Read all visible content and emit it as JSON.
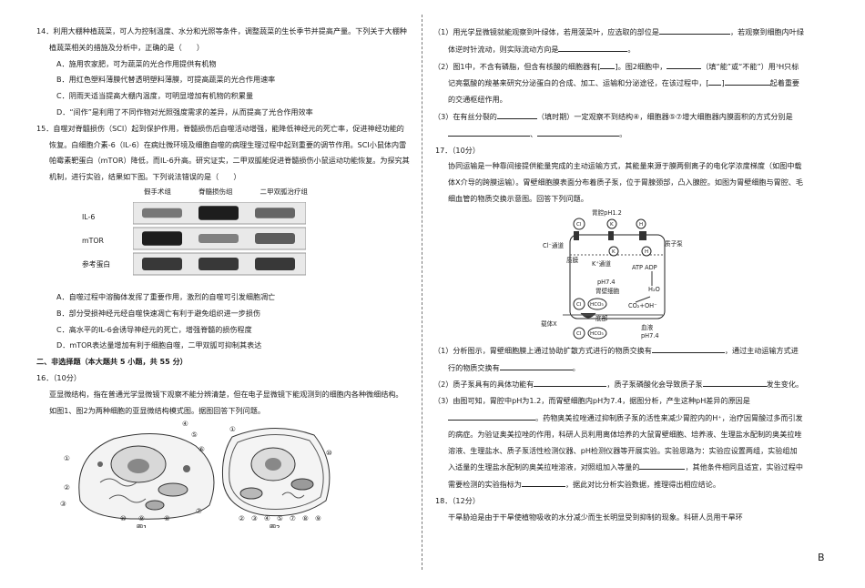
{
  "page_marker": "B",
  "left": {
    "q14": {
      "stem": "14．利用大棚种植蔬菜，可人为控制温度、水分和光照等条件，调整蔬菜的生长季节并提高产量。下列关于大棚种植蔬菜相关的措施及分析中，正确的是（　　）",
      "options": [
        "A．施用农家肥，可为蔬菜的光合作用提供有机物",
        "B．用红色塑料薄膜代替透明塑料薄膜，可提高蔬菜的光合作用速率",
        "C．阴雨天适当提高大棚内温度，可明显增加有机物的积累量",
        "D．“间作”是利用了不同作物对光照强度需求的差异，从而提高了光合作用效率"
      ]
    },
    "q15": {
      "stem": "15．自噬对脊髓损伤（SCI）起到保护作用，脊髓损伤后自噬活动增强，能降低神经元的死亡率，促进神经功能的恢复。白细胞介素-6（IL-6）在病灶微环境及细胞自噬的病理生理过程中起到重要的调节作用。SCI小鼠体内雷帕霉素靶蛋白（mTOR）降低，而IL-6升高。研究证实，二甲双胍能促进脊髓损伤小鼠运动功能恢复。为探究其机制，进行实验，结果如下图。下列说法错误的是（　　）",
      "blot_headers": [
        "假手术组",
        "脊髓损伤组",
        "二甲双胍治疗组"
      ],
      "blot_rows": [
        "IL-6",
        "mTOR",
        "参考蛋白"
      ],
      "blot_levels": [
        [
          0.45,
          0.95,
          0.55
        ],
        [
          0.95,
          0.4,
          0.6
        ],
        [
          0.8,
          0.8,
          0.8
        ]
      ],
      "options": [
        "A．自噬过程中溶酶体发挥了重要作用，激烈的自噬可引发细胞凋亡",
        "B．部分受损神经元经自噬快速凋亡有利于避免组织进一步损伤",
        "C．高水平的IL-6会诱导神经元的死亡，增强脊髓的损伤程度",
        "D．mTOR表达量增加有利于细胞自噬，二甲双胍可抑制其表达"
      ]
    },
    "section2": "二、非选择题（本大题共 5 小题，共 55 分）",
    "q16": {
      "head": "16．（10分）",
      "intro": "亚显微结构，指在普通光学显微镜下观察不能分辨清楚，但在电子显微镜下能观测到的细胞内各种微细结构。如图1、图2为两种细胞的亚显微结构模式图。据图回答下列问题。",
      "fig1_label": "图1",
      "fig2_label": "图2",
      "fig1_nums": [
        "①",
        "②",
        "③",
        "④",
        "⑤",
        "⑥",
        "⑦",
        "⑧",
        "⑨",
        "⑩"
      ],
      "fig2_nums": [
        "①",
        "②",
        "③",
        "④",
        "⑤",
        "⑦",
        "⑧",
        "⑨",
        "⑩"
      ]
    }
  },
  "right": {
    "q16_subs": {
      "s1a": "（1）用光学显微镜就能观察到叶绿体，若用菠菜叶，应选取的部位是",
      "s1b": "，若观察到细胞内叶绿体逆时针流动，则实际流动方向是",
      "s1c": "。",
      "s2a": "（2）图1中，不含有磷脂，但含有核酸的细胞器有[",
      "s2b": "]。图2细胞中，",
      "s2c": "（填“能”或“不能”）用³H只标记亮氨酸的羧基来研究分泌蛋白的合成、加工、运输和分泌途径，在该过程中，[",
      "s2d": "]",
      "s2e": "起着重要的交通枢纽作用。",
      "s3a": "（3）在有丝分裂的",
      "s3b": "（填时期）一定观察不到结构④，细胞器⑤⑦增大细胞器内膜面积的方式分别是",
      "s3c": "、",
      "s3d": "。"
    },
    "q17": {
      "head": "17．（10分）",
      "intro": "协同运输是一种靠间接提供能量完成的主动运输方式，其能量来源于膜两侧离子的电化学浓度梯度（如图中载体X介导的跨膜运输）。胃壁细胞膜表面分布着质子泵，位于胃腺颈部，凸入腺腔。如图为胃壁细胞与胃腔、毛细血管的物质交换示意图。回答下列问题。",
      "diagram": {
        "top_label": "胃腔pH1.2",
        "cl_channel": "Cl⁻通道",
        "cytomembrane": "质膜",
        "proton_pump": "质子泵",
        "k_channel": "K⁺通道",
        "atp": "ATP ADP",
        "ph_cell": "pH7.4",
        "cell_name": "胃壁细胞",
        "h2o": "H₂O",
        "co2_oh": "CO₂+OH⁻",
        "basal": "底部",
        "carrier_x": "载体X",
        "plasma": "血液",
        "ph_blood": "pH7.4",
        "ion_cl": "Cl",
        "ion_k": "K",
        "ion_h": "H",
        "ion_hco3": "HCO₃"
      },
      "s1a": "（1）分析图示，胃壁细胞膜上通过协助扩散方式进行的物质交换有",
      "s1b": "，通过主动运输方式进行的物质交换有",
      "s1c": "。",
      "s2a": "（2）质子泵具有的具体功能有",
      "s2b": "，质子泵磷酸化会导致质子泵",
      "s2c": "发生变化。",
      "s3a": "（3）由图可知，胃腔中pH为1.2，而胃壁细胞内pH为7.4，据图分析，产生这种pH差异的原因是",
      "s3b": "。药物奥美拉唑通过抑制质子泵的活性来减少胃腔内的H⁺，治疗因胃酸过多而引发的病症。为验证奥美拉唑的作用，科研人员利用离体培养的大鼠胃壁细胞、培养液、生理盐水配制的奥美拉唑溶液、生理盐水、质子泵活性检测仪器、pH检测仪器等开展实验。实验思路为：实验应设置两组，实验组加入适量的生理盐水配制的奥美拉唑溶液，对照组加入等量的",
      "s3c": "，其他条件相同且适宜，实验过程中需要检测的实验指标为",
      "s3d": "，据此对比分析实验数据，推理得出相应结论。"
    },
    "q18": {
      "head": "18．（12分）",
      "intro": "干旱胁迫是由于干旱使植物吸收的水分减少而生长明显受到抑制的现象。科研人员用干旱环"
    }
  }
}
